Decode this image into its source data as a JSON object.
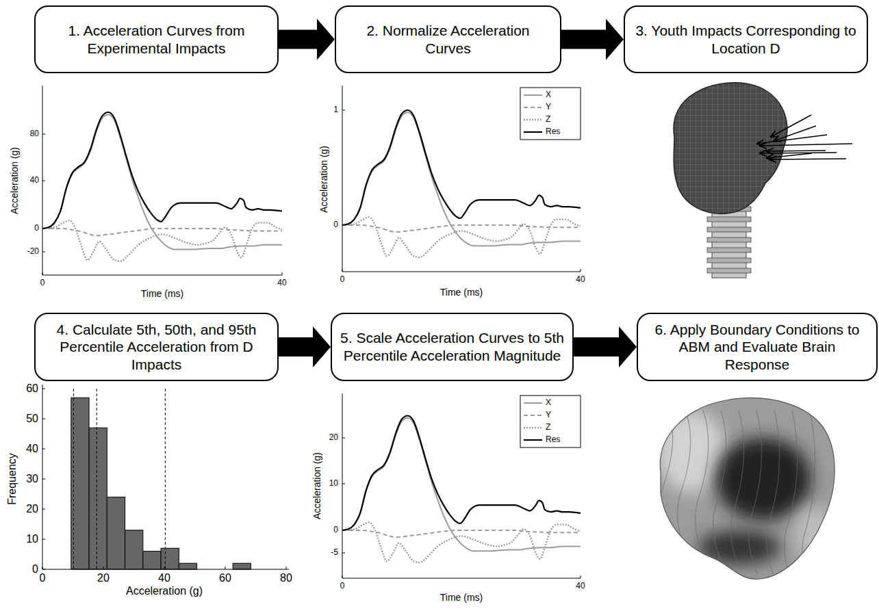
{
  "diagram": {
    "nodes": [
      {
        "text": [
          "1. Acceleration Curves from Experimental Impacts"
        ]
      },
      {
        "text": [
          "2. Normalize Acceleration Curves"
        ]
      },
      {
        "text": [
          "3. Youth Impacts Corresponding to Location D"
        ]
      },
      {
        "text": [
          "4. Calculate 5th, 50th, and 95th Percentile Acceleration from D Impacts"
        ]
      },
      {
        "text": [
          "5. Scale Acceleration Curves to 5th Percentile Acceleration Magnitude"
        ]
      },
      {
        "text": [
          "6. Apply Boundary Conditions to ABM and Evaluate Brain Response"
        ]
      }
    ],
    "edges": [
      {
        "from": 0,
        "to": 1,
        "arrow": "to"
      },
      {
        "from": 1,
        "to": 2,
        "arrow": "to"
      },
      {
        "from": 3,
        "to": 4,
        "arrow": "to"
      },
      {
        "from": 4,
        "to": 5,
        "arrow": "to"
      }
    ],
    "labels": [
      "80",
      "40",
      "0",
      "-20",
      "0",
      "40",
      "Time (ms)",
      "Acceleration (g)",
      "1",
      "0",
      "0",
      "40",
      "Time (ms)",
      "Acceleration (g)",
      "60",
      "50",
      "40",
      "30",
      "20",
      "10",
      "0",
      "0",
      "20",
      "40",
      "60",
      "80",
      "Acceleration (g)",
      "Frequency",
      "20",
      "10",
      "0",
      "-5",
      "0",
      "40",
      "Time (ms)",
      "Acceleration (g)"
    ],
    "legend": [
      {
        "text": "X"
      },
      {
        "text": "Y"
      },
      {
        "text": "Z"
      },
      {
        "text": "Res"
      },
      {
        "text": "X"
      },
      {
        "text": "Y"
      },
      {
        "text": "Z"
      },
      {
        "text": "Res"
      }
    ]
  }
}
